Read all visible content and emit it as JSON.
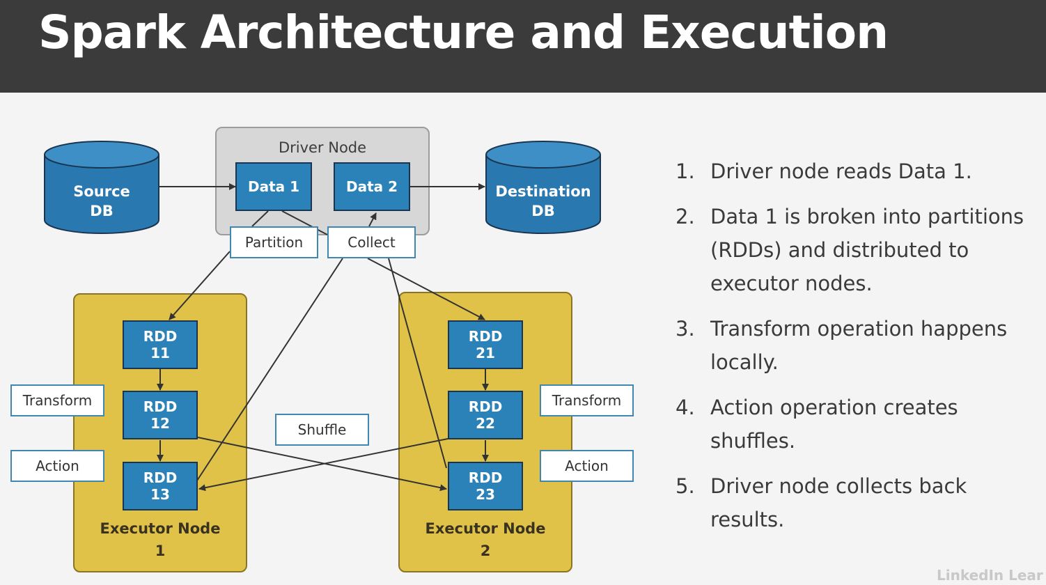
{
  "title": "Spark Architecture and Execution",
  "colors": {
    "header": "#3b3b3b",
    "node_blue": "#2a82b8",
    "executor_gold": "#e1c249",
    "driver_gray": "#d7d7d7",
    "arrow": "#333333"
  },
  "diagram": {
    "source_db": {
      "line1": "Source",
      "line2": "DB"
    },
    "destination_db": {
      "line1": "Destination",
      "line2": "DB"
    },
    "driver": {
      "label": "Driver Node",
      "data1": "Data 1",
      "data2": "Data 2"
    },
    "ops": {
      "partition": "Partition",
      "collect": "Collect",
      "shuffle": "Shuffle",
      "transform": "Transform",
      "action": "Action"
    },
    "executor1": {
      "line1": "Executor Node",
      "line2": "1",
      "rdds": [
        {
          "l1": "RDD",
          "l2": "11"
        },
        {
          "l1": "RDD",
          "l2": "12"
        },
        {
          "l1": "RDD",
          "l2": "13"
        }
      ]
    },
    "executor2": {
      "line1": "Executor Node",
      "line2": "2",
      "rdds": [
        {
          "l1": "RDD",
          "l2": "21"
        },
        {
          "l1": "RDD",
          "l2": "22"
        },
        {
          "l1": "RDD",
          "l2": "23"
        }
      ]
    }
  },
  "steps": [
    {
      "num": "1.",
      "text": "Driver node reads Data 1."
    },
    {
      "num": "2.",
      "text": "Data 1 is broken into partitions (RDDs) and distributed to executor nodes."
    },
    {
      "num": "3.",
      "text": "Transform operation happens locally."
    },
    {
      "num": "4.",
      "text": "Action operation creates shuffles."
    },
    {
      "num": "5.",
      "text": "Driver node collects back results."
    }
  ],
  "watermark": "LinkedIn Lear"
}
